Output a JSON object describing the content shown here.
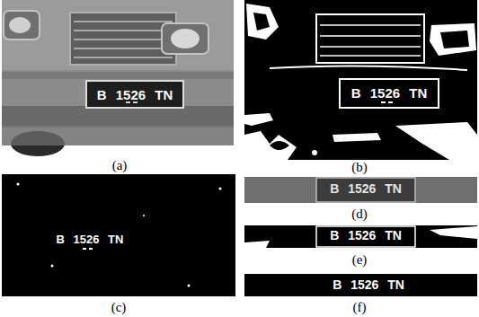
{
  "diagram": {
    "labels": [
      "B 1526 TN",
      "(a)",
      "B 1526 TN",
      "(b)",
      "B 1526 TN",
      "(c)",
      "B 1526 TN",
      "(d)",
      "B 1526 TN",
      "(e)",
      "B 1526 TN",
      "(f)"
    ]
  }
}
